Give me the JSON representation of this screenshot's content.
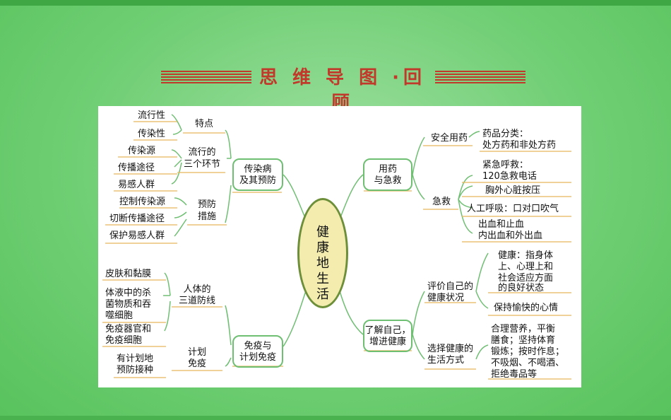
{
  "header": {
    "title": "思 维 导 图 ·回 顾"
  },
  "mindmap": {
    "center": "健康地生活",
    "left_top": {
      "branch": "传染病及其预防",
      "branch_lines": [
        "传染病",
        "及其预防"
      ],
      "groups": [
        {
          "label_lines": [
            "特点"
          ],
          "items": [
            "流行性",
            "传染性"
          ]
        },
        {
          "label_lines": [
            "流行的",
            "三个环节"
          ],
          "items": [
            "传染源",
            "传播途径",
            "易感人群"
          ]
        },
        {
          "label_lines": [
            "预防",
            "措施"
          ],
          "items": [
            "控制传染源",
            "切断传播途径",
            "保护易感人群"
          ]
        }
      ]
    },
    "left_bottom": {
      "branch": "免疫与计划免疫",
      "branch_lines": [
        "免疫与",
        "计划免疫"
      ],
      "groups": [
        {
          "label_lines": [
            "人体的",
            "三道防线"
          ],
          "items": [
            "皮肤和黏膜",
            "体液中的杀菌物质和吞噬细胞",
            "免疫器官和免疫细胞"
          ],
          "item_lines": [
            [
              "皮肤和黏膜"
            ],
            [
              "体液中的杀",
              "菌物质和吞",
              "噬细胞"
            ],
            [
              "免疫器官和",
              "免疫细胞"
            ]
          ]
        },
        {
          "label_lines": [
            "计划",
            "免疫"
          ],
          "items": [
            "有计划地预防接种"
          ],
          "item_lines": [
            [
              "有计划地",
              "预防接种"
            ]
          ]
        }
      ]
    },
    "right_top": {
      "branch": "用药与急救",
      "branch_lines": [
        "用药",
        "与急救"
      ],
      "groups": [
        {
          "label_lines": [
            "安全用药"
          ],
          "items": [
            "药品分类：处方药和非处方药"
          ],
          "item_lines": [
            [
              "药品分类：",
              "处方药和非处方药"
            ]
          ]
        },
        {
          "label_lines": [
            "急救"
          ],
          "items": [
            "紧急呼救：120急救电话",
            "胸外心脏按压",
            "人工呼吸：口对口吹气",
            "出血和止血 内出血和外出血"
          ],
          "item_lines": [
            [
              "紧急呼救：",
              "120急救电话"
            ],
            [
              "胸外心脏按压"
            ],
            [
              "人工呼吸：口对口吹气"
            ],
            [
              "出血和止血",
              "内出血和外出血"
            ]
          ]
        }
      ]
    },
    "right_bottom": {
      "branch": "了解自己，增进健康",
      "branch_lines": [
        "了解自己，",
        "增进健康"
      ],
      "groups": [
        {
          "label_lines": [
            "评价自己的",
            "健康状况"
          ],
          "items": [
            "健康：指身体上、心理上和社会适应方面的良好状态",
            "保持愉快的心情"
          ],
          "item_lines": [
            [
              "健康：指身体",
              "上、心理上和",
              "社会适应方面",
              "的良好状态"
            ],
            [
              "保持愉快的心情"
            ]
          ]
        },
        {
          "label_lines": [
            "选择健康的",
            "生活方式"
          ],
          "items": [
            "合理营养，平衡膳食；坚持体育锻炼；按时作息；不吸烟、不喝酒、拒绝毒品等"
          ],
          "item_lines": [
            [
              "合理营养，平衡",
              "膳食；坚持体育",
              "锻炼；按时作息；",
              "不吸烟、不喝酒、",
              "拒绝毒品等"
            ]
          ]
        }
      ]
    }
  },
  "colors": {
    "background": "#6fce73",
    "title": "#c0392b",
    "lines": "#6fbf73",
    "underline": "#e8b65a",
    "center_fill": "#f3ecae"
  }
}
